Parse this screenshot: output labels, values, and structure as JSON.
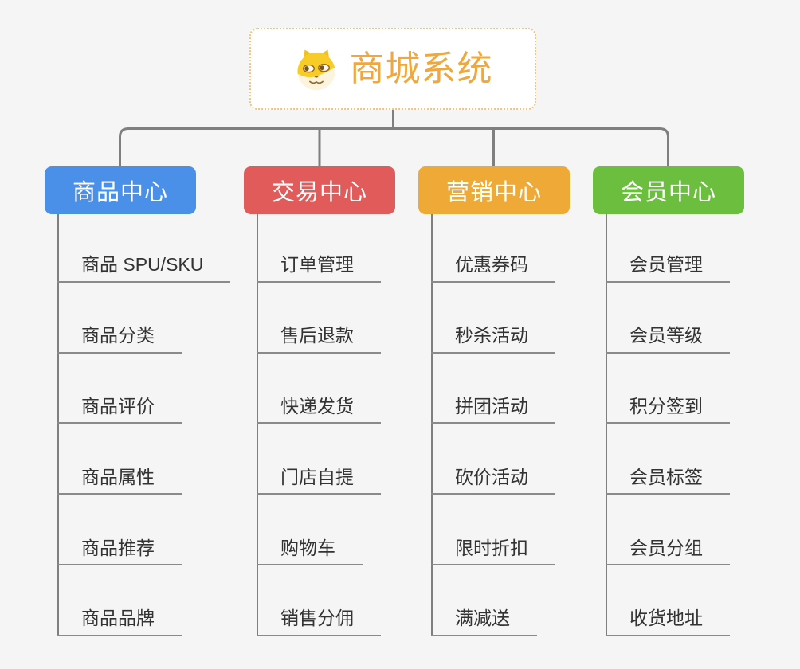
{
  "root": {
    "title": "商城系统",
    "icon": "doge-icon"
  },
  "branches": [
    {
      "label": "商品中心",
      "color": "#4A90E8",
      "items": [
        "商品 SPU/SKU",
        "商品分类",
        "商品评价",
        "商品属性",
        "商品推荐",
        "商品品牌"
      ]
    },
    {
      "label": "交易中心",
      "color": "#E15B5B",
      "items": [
        "订单管理",
        "售后退款",
        "快递发货",
        "门店自提",
        "购物车",
        "销售分佣"
      ]
    },
    {
      "label": "营销中心",
      "color": "#EFA937",
      "items": [
        "优惠券码",
        "秒杀活动",
        "拼团活动",
        "砍价活动",
        "限时折扣",
        "满减送"
      ]
    },
    {
      "label": "会员中心",
      "color": "#6CBE3F",
      "items": [
        "会员管理",
        "会员等级",
        "积分签到",
        "会员标签",
        "会员分组",
        "收货地址"
      ]
    }
  ],
  "colors": {
    "canvas_bg": "#F5F5F6",
    "connector": "#7F7F7F",
    "underline": "#8A8A8A",
    "root_accent": "#F0A73B",
    "root_border": "#F3C37E",
    "item_text": "#333333"
  }
}
